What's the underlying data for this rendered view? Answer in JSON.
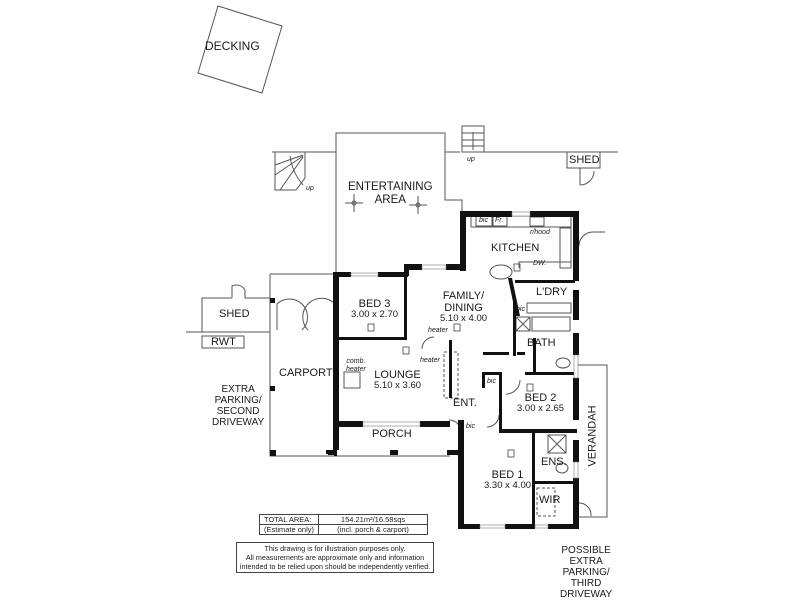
{
  "plan": {
    "rooms": [
      {
        "id": "decking",
        "name": "DECKING"
      },
      {
        "id": "entertaining",
        "name": "ENTERTAINING AREA",
        "line1": "ENTERTAINING",
        "line2": "AREA"
      },
      {
        "id": "kitchen",
        "name": "KITCHEN"
      },
      {
        "id": "laundry",
        "name": "L'DRY"
      },
      {
        "id": "family",
        "name": "FAMILY/ DINING",
        "line1": "FAMILY/",
        "line2": "DINING",
        "dims": "5.10 x 4.00"
      },
      {
        "id": "bed3",
        "name": "BED 3",
        "dims": "3.00 x 2.70"
      },
      {
        "id": "lounge",
        "name": "LOUNGE",
        "dims": "5.10 x 3.60"
      },
      {
        "id": "bath",
        "name": "BATH"
      },
      {
        "id": "bed2",
        "name": "BED 2",
        "dims": "3.00 x 2.65"
      },
      {
        "id": "ent",
        "name": "ENT."
      },
      {
        "id": "bed1",
        "name": "BED 1",
        "dims": "3.30 x 4.00"
      },
      {
        "id": "ens",
        "name": "ENS."
      },
      {
        "id": "wir",
        "name": "WIR"
      },
      {
        "id": "porch",
        "name": "PORCH"
      },
      {
        "id": "carport",
        "name": "CARPORT"
      },
      {
        "id": "shed_left",
        "name": "SHED"
      },
      {
        "id": "shed_right",
        "name": "SHED"
      },
      {
        "id": "rwt",
        "name": "RWT"
      },
      {
        "id": "verandah",
        "name": "VERANDAH"
      }
    ],
    "fixtures": {
      "bic": "bic",
      "fridge": "Fr.",
      "rangehood": "r/hood",
      "dishwasher": "DW.",
      "heater": "heater",
      "comb_heater_1": "comb.",
      "comb_heater_2": "heater",
      "stairs_up": "up"
    },
    "outdoor_notes": {
      "left": [
        "EXTRA",
        "PARKING/",
        "SECOND",
        "DRIVEWAY"
      ],
      "right": [
        "POSSIBLE",
        "EXTRA",
        "PARKING/",
        "THIRD",
        "DRIVEWAY"
      ]
    },
    "area_table": {
      "row1_label": "TOTAL AREA:",
      "row1_value": "154.21m²/16.58sqs",
      "row2_label": "(Estimate only)",
      "row2_value": "(incl. porch & carport)"
    },
    "disclaimer": {
      "line1": "This drawing is for illustration purposes only.",
      "line2": "All measurements are approximate only and information",
      "line3": "intended to be relied upon should be independently verified."
    },
    "colors": {
      "wall": "#111111",
      "line": "#555555",
      "background": "#ffffff"
    }
  }
}
